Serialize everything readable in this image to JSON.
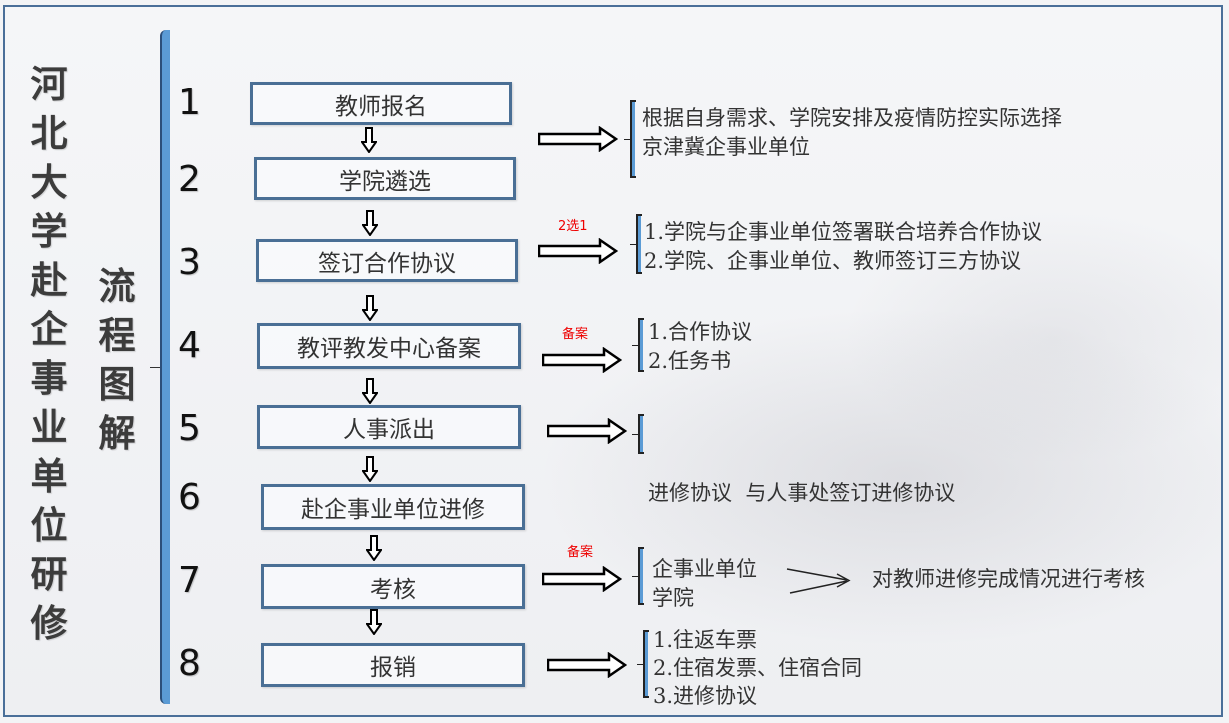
{
  "title": {
    "main": [
      "河",
      "北",
      "大",
      "学",
      "赴",
      "企",
      "事",
      "业",
      "单",
      "位",
      "研",
      "修"
    ],
    "sub": [
      "流",
      "程",
      "图",
      "解"
    ]
  },
  "steps": [
    {
      "num": "1",
      "label": "教师报名"
    },
    {
      "num": "2",
      "label": "学院遴选"
    },
    {
      "num": "3",
      "label": "签订合作协议"
    },
    {
      "num": "4",
      "label": "教评教发中心备案"
    },
    {
      "num": "5",
      "label": "人事派出"
    },
    {
      "num": "6",
      "label": "赴企事业单位进修"
    },
    {
      "num": "7",
      "label": "考核"
    },
    {
      "num": "8",
      "label": "报销"
    }
  ],
  "notes": {
    "step3": "2选1",
    "step4": "备案",
    "step7": "备案"
  },
  "details": {
    "step1_2": [
      "根据自身需求、学院安排及疫情防控实际选择",
      "京津冀企事业单位"
    ],
    "step3": [
      "1.学院与企事业单位签署联合培养合作协议",
      "2.学院、企事业单位、教师签订三方协议"
    ],
    "step4": [
      "1.合作协议",
      "2.任务书"
    ],
    "step5": [
      "进修协议  与人事处签订进修协议"
    ],
    "step7": [
      "企事业单位",
      "学院"
    ],
    "step7_result": "对教师进修完成情况进行考核",
    "step8": [
      "1.往返车票",
      "2.住宿发票、住宿合同",
      "3.进修协议"
    ]
  },
  "colors": {
    "box_border": "#4a6f95",
    "bar_blue": "#5b9bd5",
    "note_red": "#e00000"
  }
}
